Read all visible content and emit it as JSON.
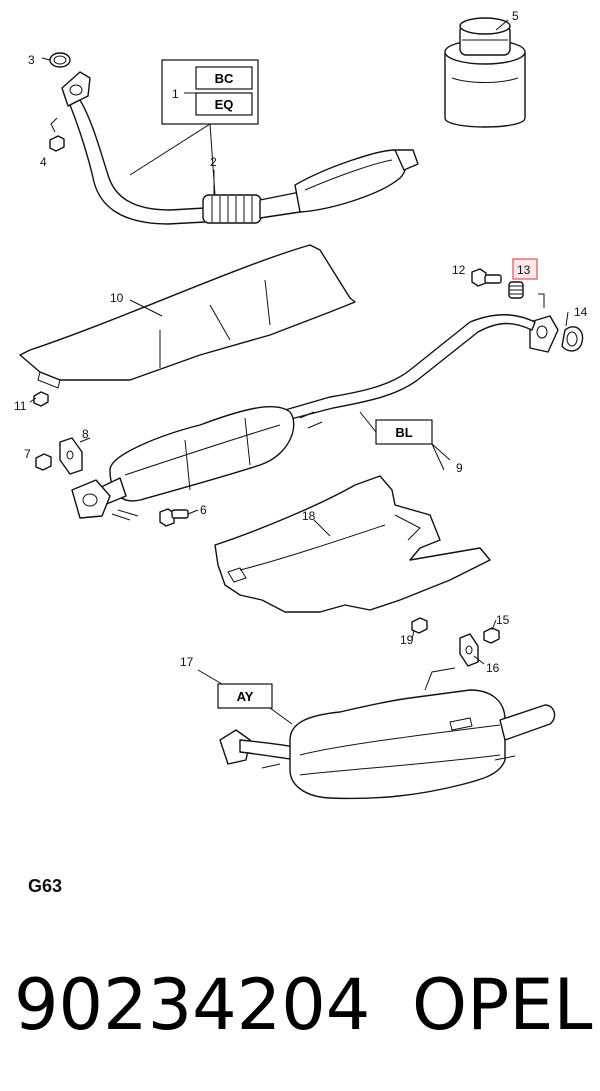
{
  "diagram": {
    "callouts": [
      "1",
      "2",
      "3",
      "4",
      "5",
      "6",
      "7",
      "8",
      "9",
      "10",
      "11",
      "12",
      "13",
      "14",
      "15",
      "16",
      "17",
      "18",
      "19"
    ],
    "boxes": {
      "bc": "BC",
      "eq": "EQ",
      "bl": "BL",
      "ay": "AY"
    },
    "highlight_color": "#e05050",
    "highlighted_callout": "13",
    "code": "G63"
  },
  "footer": {
    "part_number": "90234204",
    "brand": "OPEL"
  }
}
